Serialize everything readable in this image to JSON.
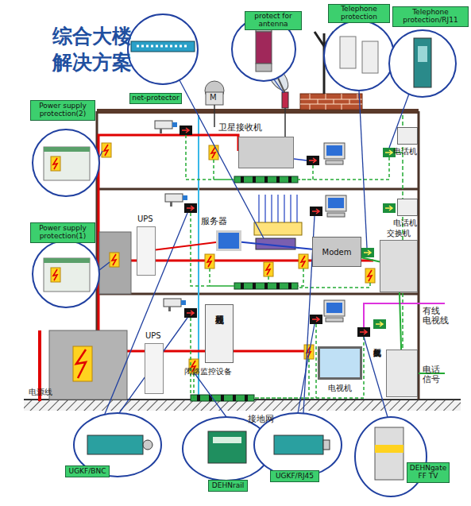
{
  "diagram": {
    "title": "综合大楼 解决方案",
    "nodes": [
      {
        "text": [
          "protect for antenna"
        ]
      },
      {
        "text": [
          "Telephone protection"
        ]
      },
      {
        "text": [
          "Telephone protection/RJ11"
        ]
      },
      {
        "text": [
          "net-protector"
        ]
      },
      {
        "text": [
          "Power supply protection(2)"
        ]
      },
      {
        "text": [
          "卫星接收机"
        ]
      },
      {
        "text": [
          "电话机"
        ]
      },
      {
        "text": [
          "Power supply protection(1)"
        ]
      },
      {
        "text": [
          "UPS"
        ]
      },
      {
        "text": [
          "服务器"
        ]
      },
      {
        "text": [
          "Modem"
        ]
      },
      {
        "text": [
          "电话机"
        ]
      },
      {
        "text": [
          "交换机"
        ]
      },
      {
        "text": [
          "视频处理器"
        ]
      },
      {
        "text": [
          "UPS"
        ]
      },
      {
        "text": [
          "电视机"
        ]
      },
      {
        "text": [
          "交换机配线架"
        ]
      },
      {
        "text": [
          "UGKF/BNC"
        ]
      },
      {
        "text": [
          "DEHNrail"
        ]
      },
      {
        "text": [
          "UGKF/RJ45"
        ]
      },
      {
        "text": [
          "DEHNgate FF TV"
        ]
      }
    ],
    "edges": [
      {
        "from": 8,
        "to": 9,
        "arrow": "none"
      },
      {
        "from": 9,
        "to": 10,
        "arrow": "none"
      },
      {
        "from": 10,
        "to": 12,
        "arrow": "none"
      },
      {
        "from": 12,
        "to": 16,
        "arrow": "none"
      }
    ],
    "labels": [
      "M",
      "有线 电视线",
      "闭路监控设备",
      "电话 信号",
      "电源线",
      "接地网"
    ]
  }
}
